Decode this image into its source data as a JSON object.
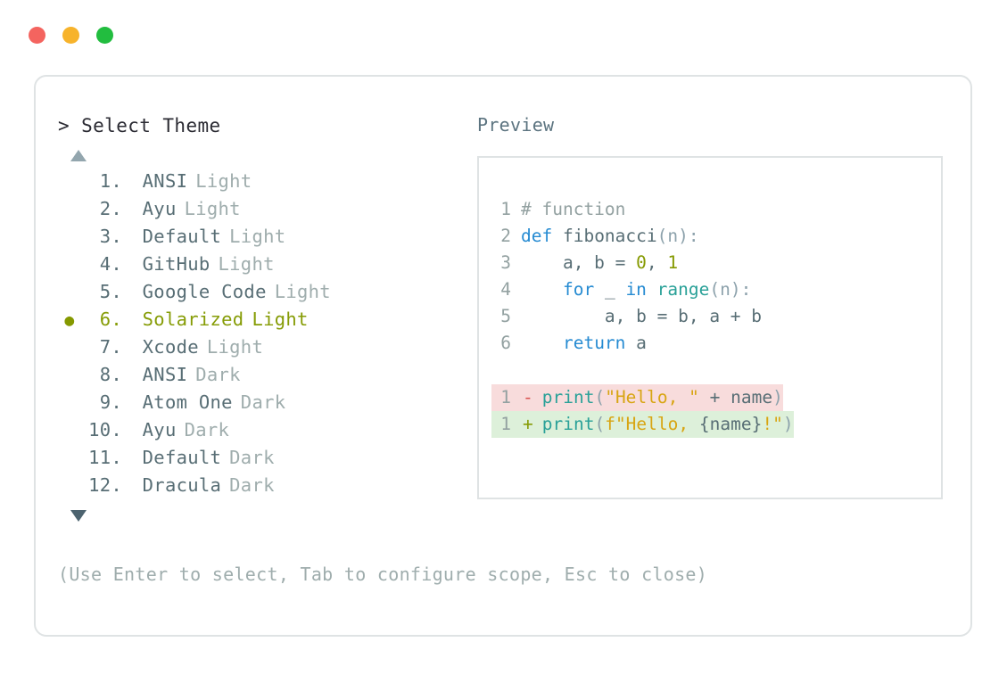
{
  "window": {
    "traffic_lights": [
      {
        "name": "close",
        "color": "#f4645f"
      },
      {
        "name": "minimize",
        "color": "#f7b32b"
      },
      {
        "name": "maximize",
        "color": "#22bd3f"
      }
    ]
  },
  "prompt": {
    "text": "> Select Theme",
    "scroll_up_icon": "scroll-up-arrow",
    "scroll_down_icon": "scroll-down-arrow"
  },
  "themes": {
    "selected_index": 6,
    "bullet_glyph": "●",
    "items": [
      {
        "index": "1.",
        "name": "ANSI",
        "variant": "Light",
        "selected": false
      },
      {
        "index": "2.",
        "name": "Ayu",
        "variant": "Light",
        "selected": false
      },
      {
        "index": "3.",
        "name": "Default",
        "variant": "Light",
        "selected": false
      },
      {
        "index": "4.",
        "name": "GitHub",
        "variant": "Light",
        "selected": false
      },
      {
        "index": "5.",
        "name": "Google Code",
        "variant": "Light",
        "selected": false
      },
      {
        "index": "6.",
        "name": "Solarized",
        "variant": "Light",
        "selected": true
      },
      {
        "index": "7.",
        "name": "Xcode",
        "variant": "Light",
        "selected": false
      },
      {
        "index": "8.",
        "name": "ANSI",
        "variant": "Dark",
        "selected": false
      },
      {
        "index": "9.",
        "name": "Atom One",
        "variant": "Dark",
        "selected": false
      },
      {
        "index": "10.",
        "name": "Ayu",
        "variant": "Dark",
        "selected": false
      },
      {
        "index": "11.",
        "name": "Default",
        "variant": "Dark",
        "selected": false
      },
      {
        "index": "12.",
        "name": "Dracula",
        "variant": "Dark",
        "selected": false
      }
    ]
  },
  "preview": {
    "label": "Preview",
    "code_lines": [
      {
        "number": "1",
        "tokens": [
          {
            "t": "# function",
            "c": "tok-comment"
          }
        ]
      },
      {
        "number": "2",
        "tokens": [
          {
            "t": "def ",
            "c": "tok-keyword"
          },
          {
            "t": "fibonacci",
            "c": "tok-plain"
          },
          {
            "t": "(n):",
            "c": "tok-punct"
          }
        ]
      },
      {
        "number": "3",
        "tokens": [
          {
            "t": "    a, b = ",
            "c": "tok-plain"
          },
          {
            "t": "0",
            "c": "tok-number"
          },
          {
            "t": ", ",
            "c": "tok-plain"
          },
          {
            "t": "1",
            "c": "tok-number"
          }
        ]
      },
      {
        "number": "4",
        "tokens": [
          {
            "t": "    ",
            "c": "tok-plain"
          },
          {
            "t": "for",
            "c": "tok-keyword"
          },
          {
            "t": " _ ",
            "c": "tok-plain"
          },
          {
            "t": "in",
            "c": "tok-keyword"
          },
          {
            "t": " ",
            "c": "tok-plain"
          },
          {
            "t": "range",
            "c": "tok-builtin"
          },
          {
            "t": "(n):",
            "c": "tok-punct"
          }
        ]
      },
      {
        "number": "5",
        "tokens": [
          {
            "t": "        a, b = b, a + b",
            "c": "tok-plain"
          }
        ]
      },
      {
        "number": "6",
        "tokens": [
          {
            "t": "    ",
            "c": "tok-plain"
          },
          {
            "t": "return",
            "c": "tok-keyword"
          },
          {
            "t": " a",
            "c": "tok-plain"
          }
        ]
      }
    ],
    "diff_lines": [
      {
        "number": "1",
        "marker": "-",
        "kind": "removed",
        "tokens": [
          {
            "t": "print",
            "c": "tok-builtin"
          },
          {
            "t": "(",
            "c": "tok-punct"
          },
          {
            "t": "\"Hello, \"",
            "c": "tok-string"
          },
          {
            "t": " + ",
            "c": "tok-plain"
          },
          {
            "t": "name",
            "c": "tok-plain"
          },
          {
            "t": ")",
            "c": "tok-punct"
          }
        ]
      },
      {
        "number": "1",
        "marker": "+",
        "kind": "added",
        "tokens": [
          {
            "t": "print",
            "c": "tok-builtin"
          },
          {
            "t": "(",
            "c": "tok-punct"
          },
          {
            "t": "f\"Hello, ",
            "c": "tok-string"
          },
          {
            "t": "{name}",
            "c": "tok-plain"
          },
          {
            "t": "!\"",
            "c": "tok-string"
          },
          {
            "t": ")",
            "c": "tok-punct"
          }
        ]
      }
    ]
  },
  "footer": {
    "hint": "(Use Enter to select, Tab to configure scope, Esc to close)"
  }
}
